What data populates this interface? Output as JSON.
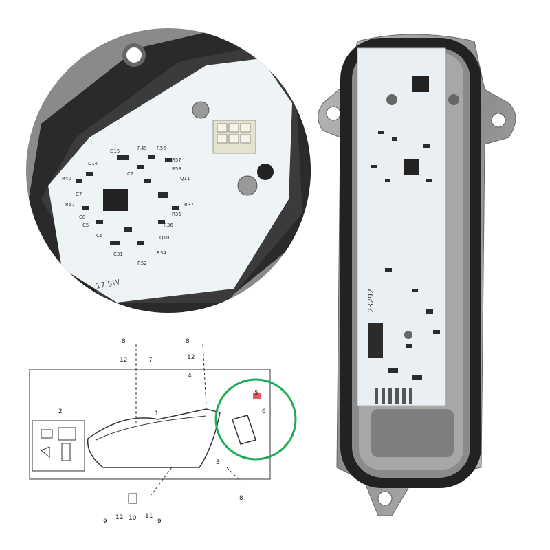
{
  "photo_closeup": {
    "pcb_labels": [
      "R40",
      "D14",
      "D15",
      "R42",
      "C8",
      "C7",
      "C5",
      "R49",
      "R56",
      "R57",
      "R58",
      "Q11",
      "R37",
      "R35",
      "R36",
      "R34",
      "R52",
      "Q10",
      "C31",
      "C6",
      "C2"
    ],
    "wattage": "17.5W"
  },
  "photo_module": {
    "pcb_code": "23292"
  },
  "diagram": {
    "callouts": [
      {
        "text": "8"
      },
      {
        "text": "12"
      },
      {
        "text": "7"
      },
      {
        "text": "8"
      },
      {
        "text": "12"
      },
      {
        "text": "4"
      },
      {
        "text": "2"
      },
      {
        "text": "1"
      },
      {
        "text": "5"
      },
      {
        "text": "6"
      },
      {
        "text": "3"
      },
      {
        "text": "8"
      },
      {
        "text": "9"
      },
      {
        "text": "12"
      },
      {
        "text": "10"
      },
      {
        "text": "11"
      },
      {
        "text": "9"
      }
    ],
    "highlight_color": "#1faa55",
    "marker_color": "#e85a5a"
  }
}
